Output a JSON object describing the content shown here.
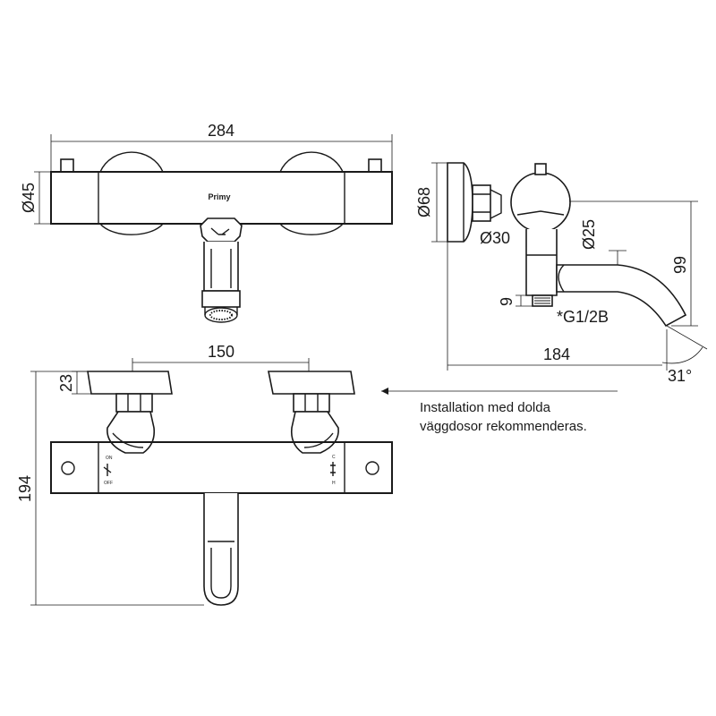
{
  "brand": "Primy",
  "dimensions": {
    "overall_width": "284",
    "body_diameter": "Ø45",
    "handle_spacing": "150",
    "escutcheon_depth": "23",
    "overall_height": "194",
    "rosette_diameter": "Ø68",
    "inlet_diameter": "Ø30",
    "spout_diameter": "Ø25",
    "spout_height": "99",
    "thread_length": "9",
    "thread_spec": "*G1/2B",
    "projection": "184",
    "spout_angle": "31°"
  },
  "control_labels": {
    "on": "ON",
    "off": "OFF",
    "cold": "C",
    "hot": "H"
  },
  "note": {
    "line1": "Installation med dolda",
    "line2": "väggdosor rekommenderas."
  }
}
